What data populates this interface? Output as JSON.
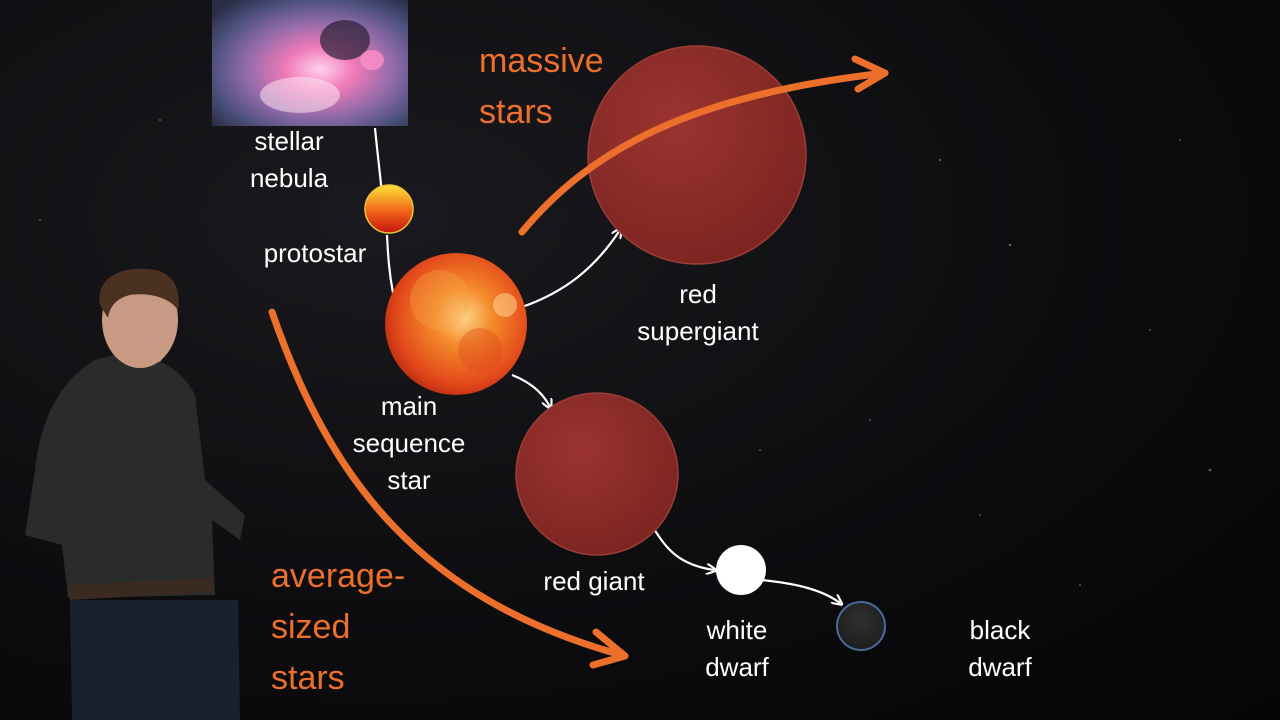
{
  "diagram": {
    "stages": {
      "nebula": "stellar\nnebula",
      "protostar": "protostar",
      "main_sequence": "main\nsequence\nstar",
      "red_supergiant": "red\nsupergiant",
      "red_giant": "red giant",
      "white_dwarf": "white\ndwarf",
      "black_dwarf": "black\ndwarf"
    },
    "paths": {
      "massive": "massive\nstars",
      "average": "average-\nsized\nstars"
    }
  },
  "colors": {
    "path_orange": "#ec6f2b",
    "red_giant": "#8a2a25",
    "white_dwarf": "#ffffff",
    "black_dwarf": "#1b1b1d"
  }
}
